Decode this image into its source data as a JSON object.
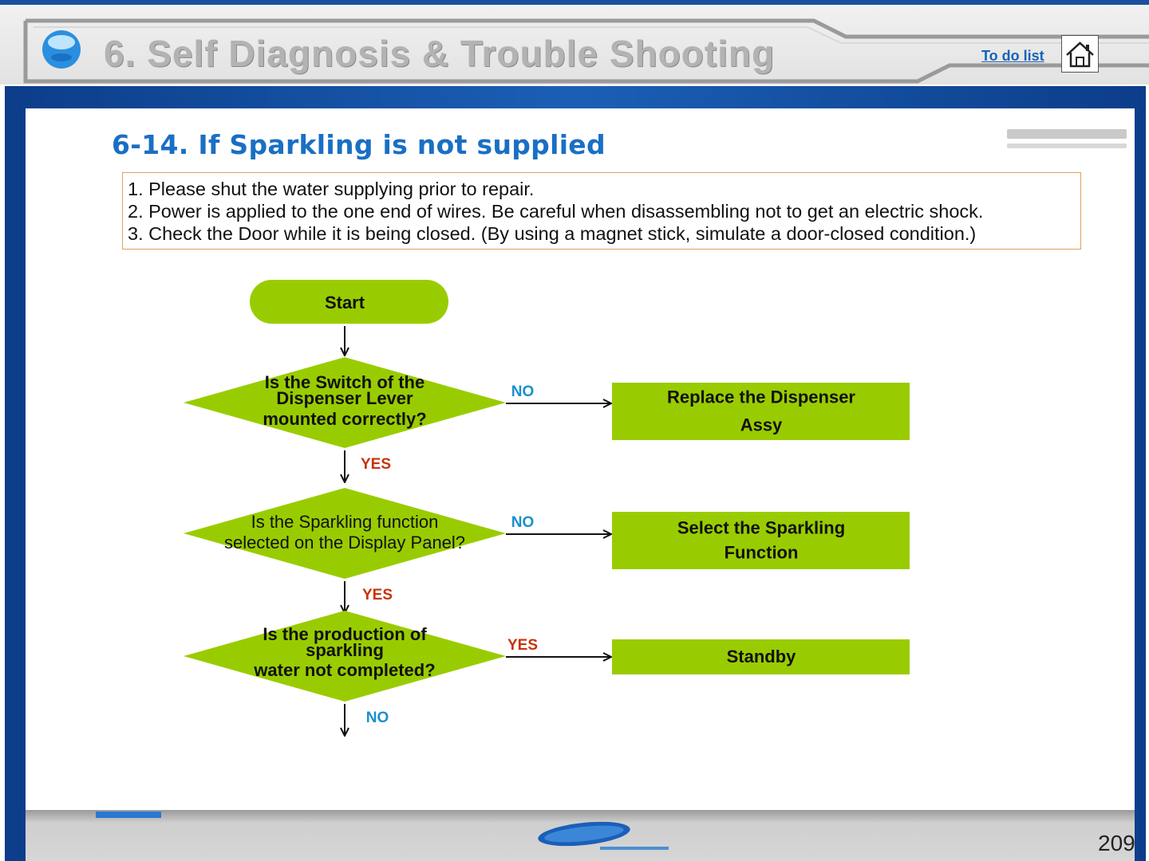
{
  "header": {
    "title": "6. Self Diagnosis & Trouble Shooting",
    "todo_link": "To do list",
    "home_icon": "home-icon"
  },
  "section": {
    "title": "6-14. If Sparkling is not supplied"
  },
  "instructions": [
    "1. Please shut the water supplying prior to repair.",
    "2. Power is applied to the one end of wires. Be careful when disassembling not to get an electric shock.",
    "3. Check the Door while it is being closed. (By using a magnet stick, simulate a door-closed condition.)"
  ],
  "flowchart": {
    "start": "Start",
    "decisions": [
      {
        "lines": [
          "Is the Switch of the",
          "Dispenser Lever",
          "mounted correctly?"
        ],
        "bold": true
      },
      {
        "lines": [
          "Is the Sparkling function",
          "selected on the Display Panel?"
        ],
        "bold": false
      },
      {
        "lines": [
          "Is the production of",
          "sparkling",
          "water not completed?"
        ],
        "bold": true
      }
    ],
    "actions": [
      {
        "lines": [
          "Replace the Dispenser",
          "Assy"
        ]
      },
      {
        "lines": [
          "Select the Sparkling",
          "Function"
        ]
      },
      {
        "lines": [
          "Standby"
        ]
      }
    ],
    "side_labels": [
      "NO",
      "NO",
      "YES"
    ],
    "down_labels": [
      "YES",
      "YES",
      "NO"
    ]
  },
  "footer": {
    "page_number": "209",
    "logo_icon": "samsung-logo-icon"
  },
  "colors": {
    "node_fill": "#99cc00",
    "no_label": "#1a8fd0",
    "yes_label": "#c8320a",
    "title_blue": "#1a6fc4",
    "frame_blue": "#1b5fb5"
  }
}
